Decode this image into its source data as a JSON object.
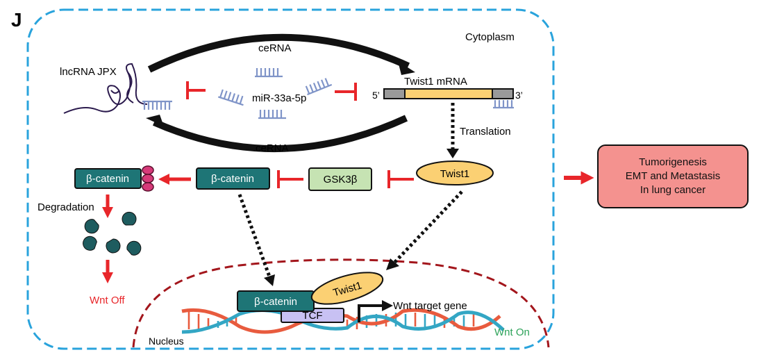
{
  "panel_label": "J",
  "compartments": {
    "cytoplasm": "Cytoplasm",
    "nucleus": "Nucleus"
  },
  "rna": {
    "lncrna": "lncRNA JPX",
    "mirna": "miR-33a-5p",
    "mrna": "Twist1 mRNA",
    "five_prime": "5’",
    "three_prime": "3’",
    "cerna_top": "ceRNA",
    "cerna_bottom": "ceRNA",
    "translation": "Translation"
  },
  "proteins": {
    "twist1_cyto": "Twist1",
    "gsk3b": "GSK3β",
    "bcat_free": "β-catenin",
    "bcat_degraded": "β-catenin",
    "bcat_nuclear": "β-catenin",
    "twist1_nuclear": "Twist1",
    "tcf": "TCF"
  },
  "pathway": {
    "degradation": "Degradation",
    "wnt_off": "Wnt Off",
    "wnt_on": "Wnt On",
    "target_gene": "Wnt target gene"
  },
  "outcome": {
    "line1": "Tumorigenesis",
    "line2": "EMT and Metastasis",
    "line3": "In lung cancer"
  },
  "colors": {
    "cytoplasm_border": "#29a3dc",
    "nucleus_border": "#a3161c",
    "inhibit_red": "#e8262a",
    "bcat_teal": "#1e7576",
    "gsk_green": "#c6e3b3",
    "twist_yellow": "#fbd073",
    "tcf_lavender": "#c8c1f3",
    "mirna_blue": "#7f94c8",
    "ubiquitin_pink": "#d63a79",
    "outcome_salmon": "#f4928f",
    "dna_orange": "#e85b3e",
    "dna_cyan": "#33a6c4",
    "wnt_on_green": "#2ea35a"
  }
}
